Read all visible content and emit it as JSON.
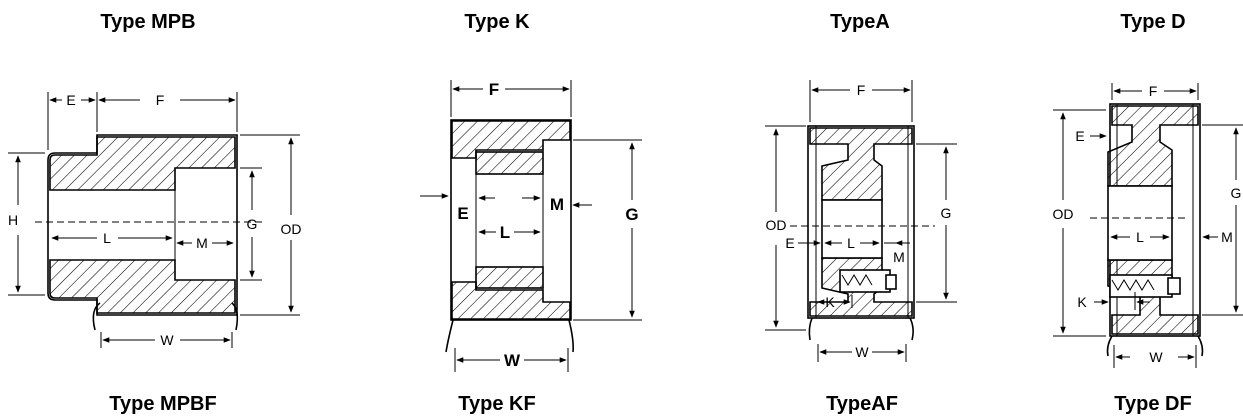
{
  "titles": {
    "mpb": "Type MPB",
    "k": "Type K",
    "a": "TypeA",
    "d": "Type D",
    "mpbf": "Type MPBF",
    "kf": "Type KF",
    "af": "TypeAF",
    "df": "Type DF"
  },
  "labels": {
    "mpb": {
      "e": "E",
      "f": "F",
      "h": "H",
      "l": "L",
      "m": "M",
      "g": "G",
      "od": "OD",
      "w": "W"
    },
    "k": {
      "f": "F",
      "e": "E",
      "l": "L",
      "m": "M",
      "g": "G",
      "w": "W"
    },
    "a": {
      "f": "F",
      "od": "OD",
      "e": "E",
      "l": "L",
      "m": "M",
      "g": "G",
      "k": "K",
      "w": "W"
    },
    "d": {
      "f": "F",
      "e": "E",
      "od": "OD",
      "g": "G",
      "l": "L",
      "m": "M",
      "k": "K",
      "w": "W"
    }
  },
  "colors": {
    "line": "#000000",
    "background": "#ffffff"
  }
}
